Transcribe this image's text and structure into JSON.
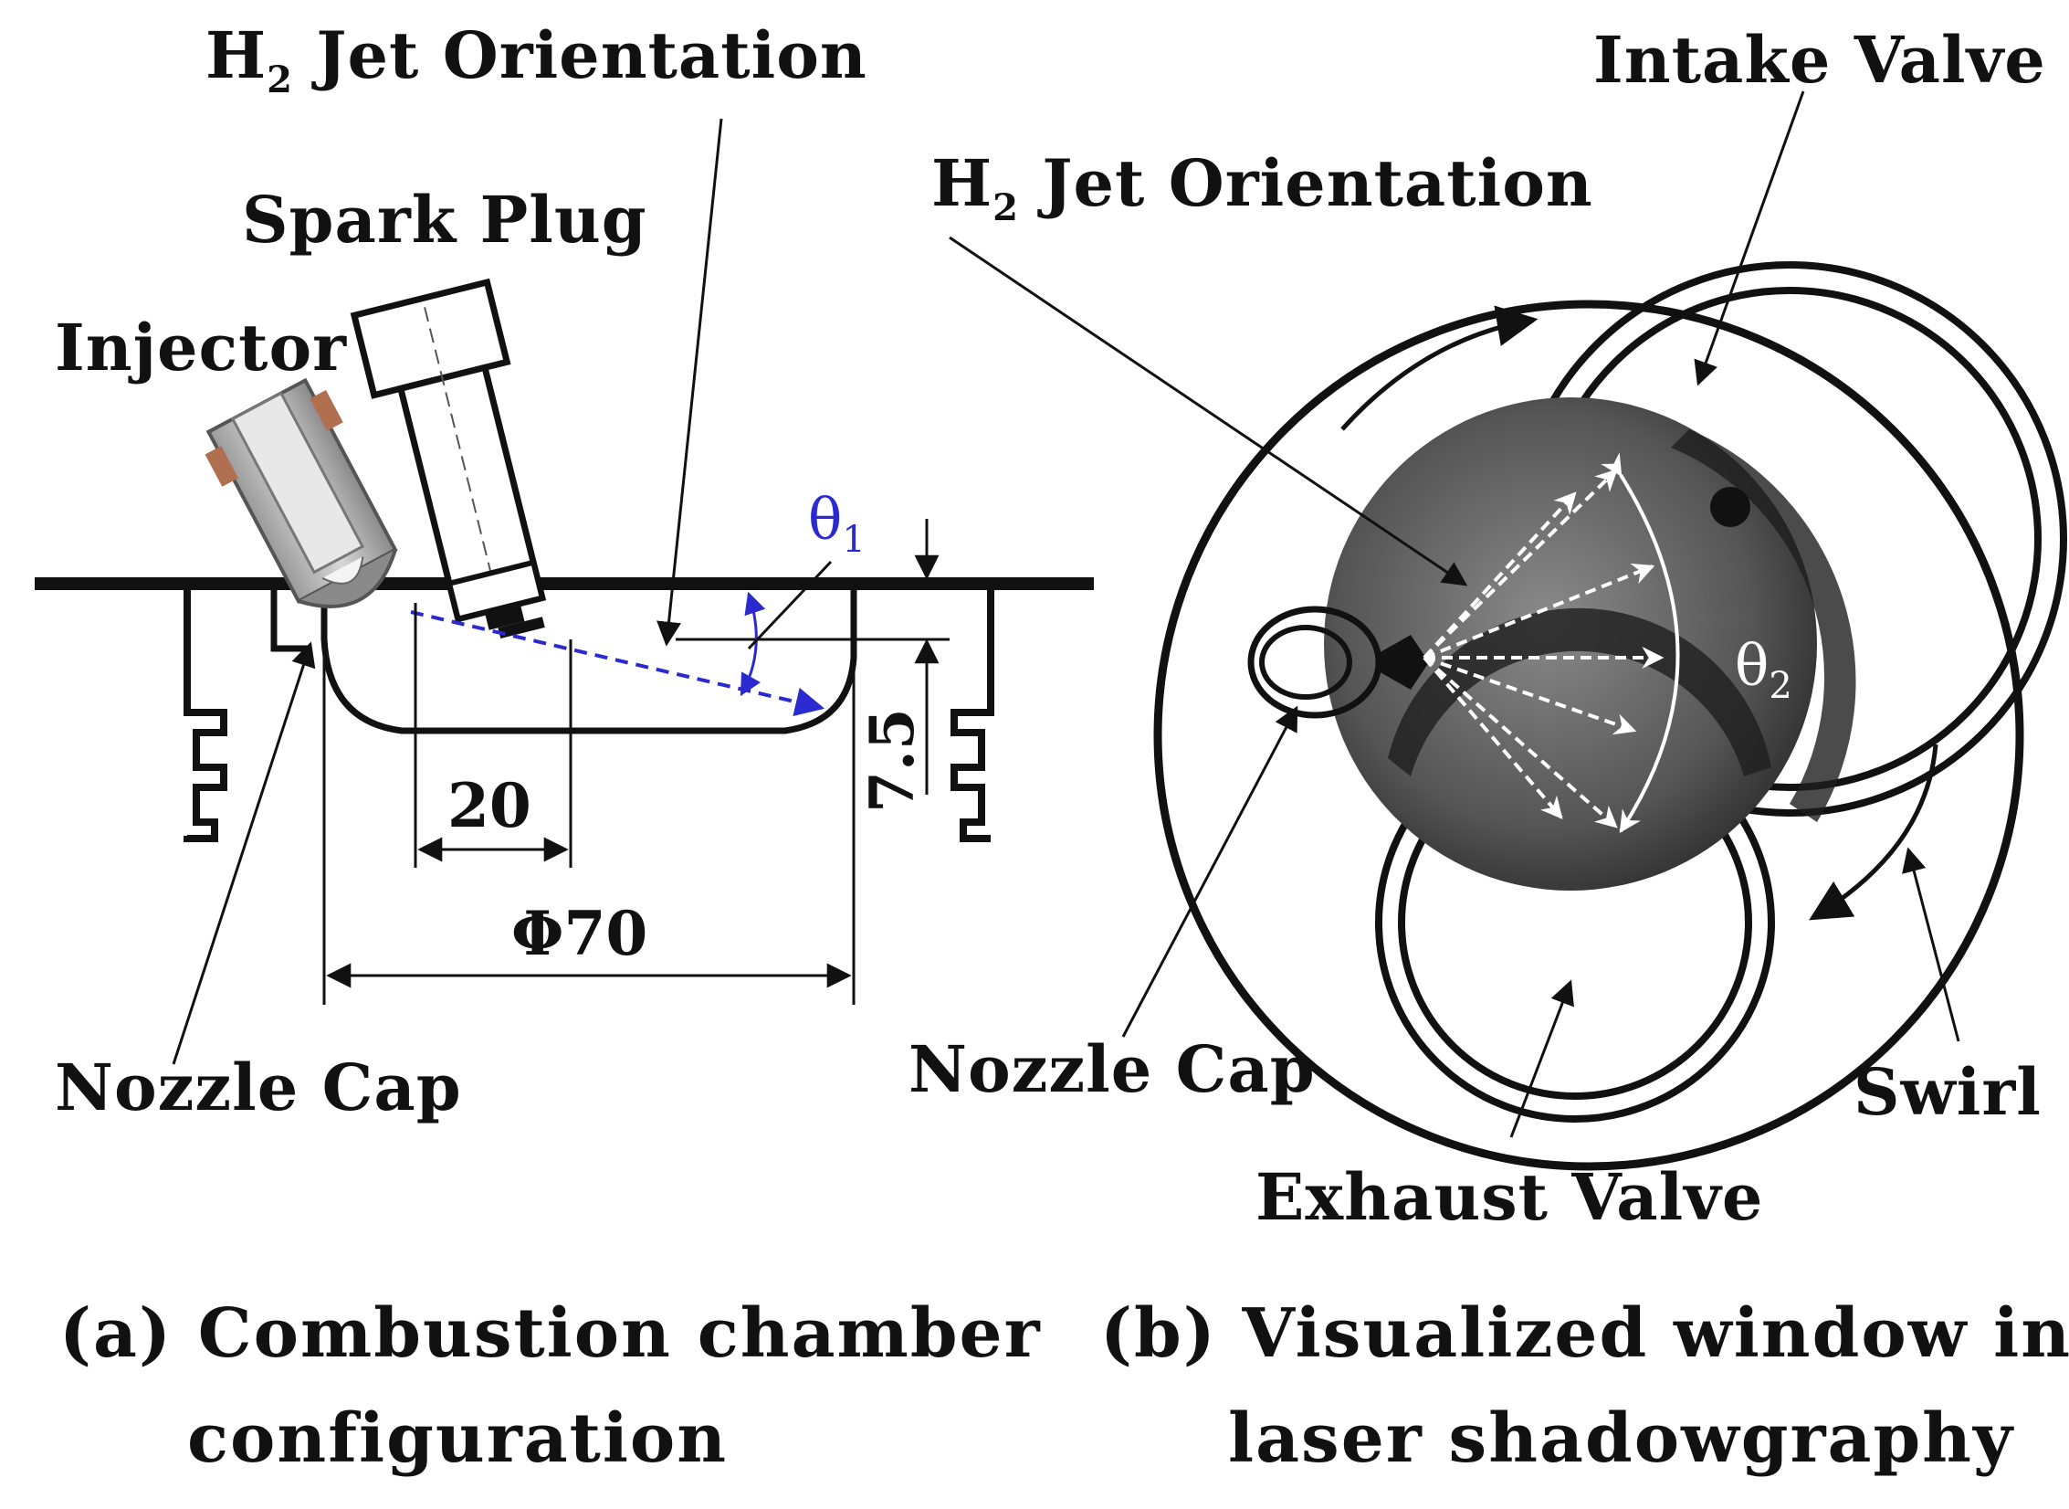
{
  "panel_a": {
    "labels": {
      "jet_orientation": "H",
      "jet_orientation_sub": "2",
      "jet_orientation_rest": " Jet Orientation",
      "spark_plug": "Spark Plug",
      "injector": "Injector",
      "nozzle_cap": "Nozzle Cap",
      "theta": "θ",
      "theta_sub": "1",
      "dim_20": "20",
      "dim_75": "7.5",
      "dim_phi": "Φ70"
    },
    "caption_line1": "(a) Combustion chamber",
    "caption_line2": "configuration"
  },
  "panel_b": {
    "labels": {
      "intake_valve": "Intake Valve",
      "jet_orientation": "H",
      "jet_orientation_sub": "2",
      "jet_orientation_rest": " Jet Orientation",
      "nozzle_cap": "Nozzle Cap",
      "exhaust_valve": "Exhaust Valve",
      "swirl": "Swirl",
      "theta": "θ",
      "theta_sub": "2"
    },
    "caption_line1": "(b) Visualized window in",
    "caption_line2": "laser shadowgraphy"
  },
  "colors": {
    "ink": "#111111",
    "jet_blue": "#2a2ad0",
    "window_dark": "#3a3a3a"
  }
}
